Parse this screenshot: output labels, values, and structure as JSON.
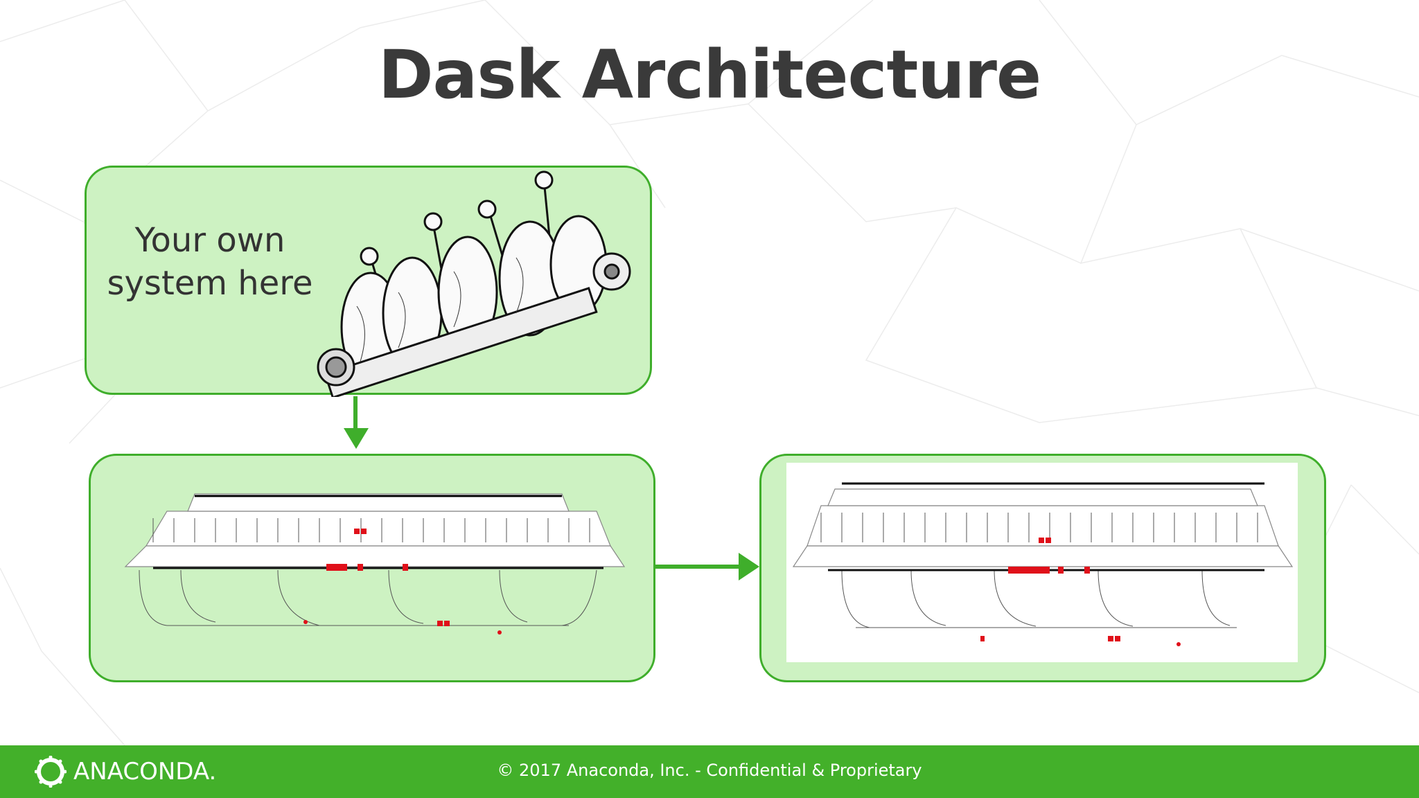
{
  "slide": {
    "title": "Dask Architecture"
  },
  "top_box": {
    "label_line1": "Your own",
    "label_line2": "system here"
  },
  "footer": {
    "brand": "ANACONDA.",
    "copyright": "© 2017 Anaconda, Inc. - Confidential & Proprietary"
  },
  "colors": {
    "box_fill": "#cdf2c2",
    "box_border": "#3fae2b",
    "footer_green": "#43b02a",
    "title_text": "#3a3a3a",
    "highlight_red": "#e0101a"
  },
  "icons": {
    "top_box_image": "crankshaft-illustration",
    "bottom_left_image": "task-graph-illustration",
    "bottom_right_image": "task-graph-illustration",
    "logo": "anaconda-ring-logo"
  }
}
